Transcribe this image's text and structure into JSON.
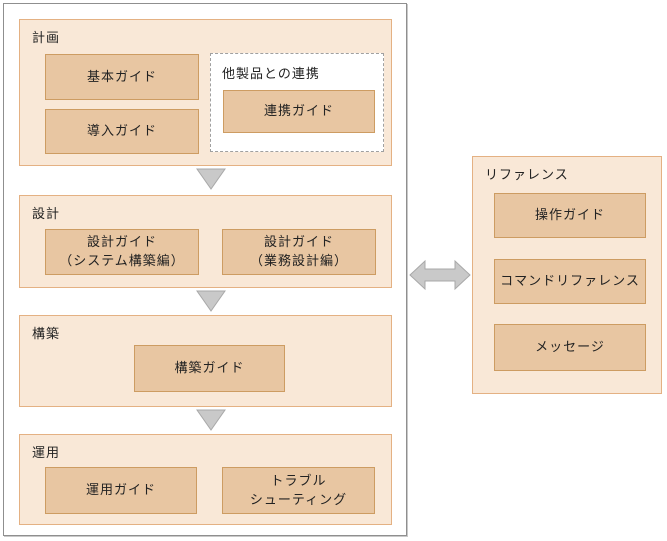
{
  "colors": {
    "section_bg": "#f9e8d7",
    "section_border": "#e4b183",
    "box_bg": "#e8c6a2",
    "box_border": "#cd9c62",
    "dashed_group_border": "#a0a0a0",
    "outer_frame_border": "#8f8f8f",
    "arrow_fill": "#c9c9c9",
    "arrow_stroke": "#a8a8a8",
    "text": "#222222"
  },
  "flow": {
    "sections": [
      {
        "label": "計画",
        "boxes": [
          "基本ガイド",
          "導入ガイド"
        ],
        "group": {
          "label": "他製品との連携",
          "boxes": [
            "連携ガイド"
          ]
        }
      },
      {
        "label": "設計",
        "boxes": [
          "設計ガイド\n（システム構築編）",
          "設計ガイド\n（業務設計編）"
        ]
      },
      {
        "label": "構築",
        "boxes": [
          "構築ガイド"
        ]
      },
      {
        "label": "運用",
        "boxes": [
          "運用ガイド",
          "トラブル\nシューティング"
        ]
      }
    ]
  },
  "reference": {
    "label": "リファレンス",
    "boxes": [
      "操作ガイド",
      "コマンドリファレンス",
      "メッセージ"
    ]
  },
  "icons": {
    "down_arrow": "down-triangle",
    "double_arrow": "left-right-arrow"
  }
}
